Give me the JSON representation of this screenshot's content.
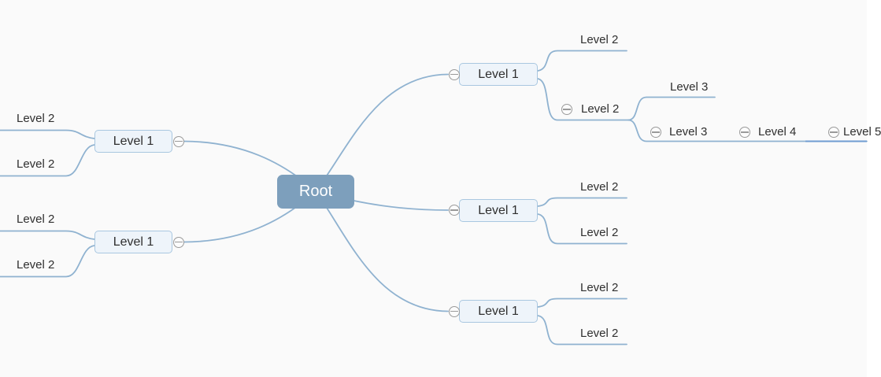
{
  "canvas": {
    "background_color": "#fafafa",
    "line_color": "#8fb2d0",
    "highlight_line_color": "#6f9cd1",
    "root_bg_color": "#7d9fbc",
    "node_bg_color": "#eef4fa",
    "node_border_color": "#a9c7e0",
    "expander_icon": "minus-circle"
  },
  "mindmap": {
    "root": {
      "label": "Root"
    },
    "right": [
      {
        "label": "Level 1",
        "children": [
          {
            "label": "Level 2",
            "children": []
          },
          {
            "label": "Level 2",
            "children": [
              {
                "label": "Level 3",
                "children": []
              },
              {
                "label": "Level 3",
                "children": [
                  {
                    "label": "Level 4",
                    "children": [
                      {
                        "label": "Level 5",
                        "clipped_at_right_edge": true
                      }
                    ]
                  }
                ]
              }
            ]
          }
        ]
      },
      {
        "label": "Level 1",
        "children": [
          {
            "label": "Level 2",
            "children": []
          },
          {
            "label": "Level 2",
            "children": []
          }
        ]
      },
      {
        "label": "Level 1",
        "children": [
          {
            "label": "Level 2",
            "children": []
          },
          {
            "label": "Level 2",
            "children": []
          }
        ]
      }
    ],
    "left": [
      {
        "label": "Level 1",
        "children": [
          {
            "label": "Level 2",
            "children": []
          },
          {
            "label": "Level 2",
            "children": []
          }
        ]
      },
      {
        "label": "Level 1",
        "children": [
          {
            "label": "Level 2",
            "children": []
          },
          {
            "label": "Level 2",
            "children": []
          }
        ]
      }
    ]
  }
}
